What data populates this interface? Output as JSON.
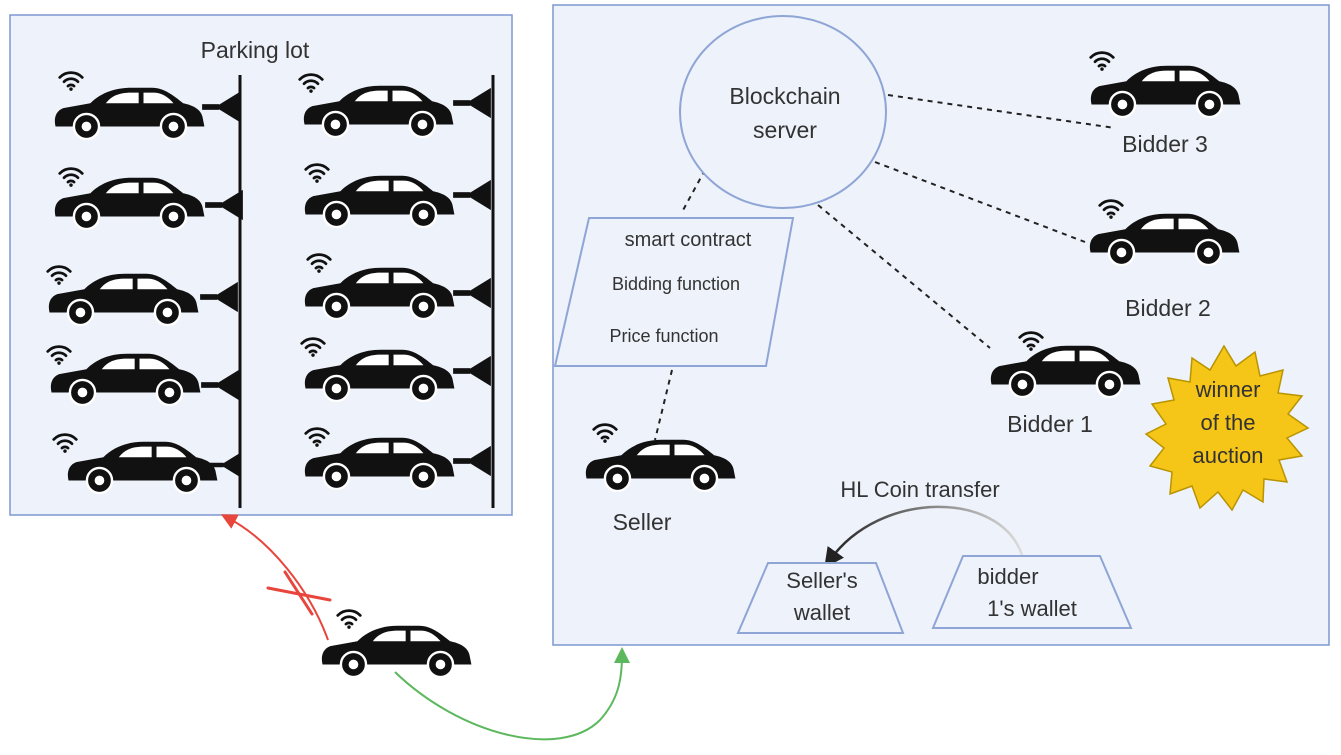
{
  "parking_lot": {
    "label": "Parking lot",
    "columns": [
      {
        "cars": 5
      },
      {
        "cars": 5
      }
    ]
  },
  "blockchain": {
    "server_line1": "Blockchain",
    "server_line2": "server"
  },
  "smart_contract": {
    "title": "smart contract",
    "bidding_function": "Bidding function",
    "price_function": "Price function"
  },
  "bidders": {
    "bidder3": "Bidder 3",
    "bidder2": "Bidder 2",
    "bidder1": "Bidder 1"
  },
  "seller": {
    "label": "Seller"
  },
  "winner_badge": {
    "line1": "winner",
    "line2": "of the",
    "line3": "auction"
  },
  "transfer": {
    "label": "HL Coin transfer"
  },
  "wallets": {
    "seller_line1": "Seller's",
    "seller_line2": "wallet",
    "bidder_line1": "bidder",
    "bidder_line2": "1's wallet"
  },
  "colors": {
    "panel_fill": "#eef2fa",
    "panel_border": "#7d97cf",
    "shape_border": "#8ea5d6",
    "car": "#111111",
    "rejected_arrow": "#e8453c",
    "accepted_arrow": "#5cb85c",
    "badge_fill": "#f5c518",
    "badge_border": "#b89400"
  },
  "icons": [
    "car-icon",
    "wifi-icon",
    "charger-icon"
  ]
}
